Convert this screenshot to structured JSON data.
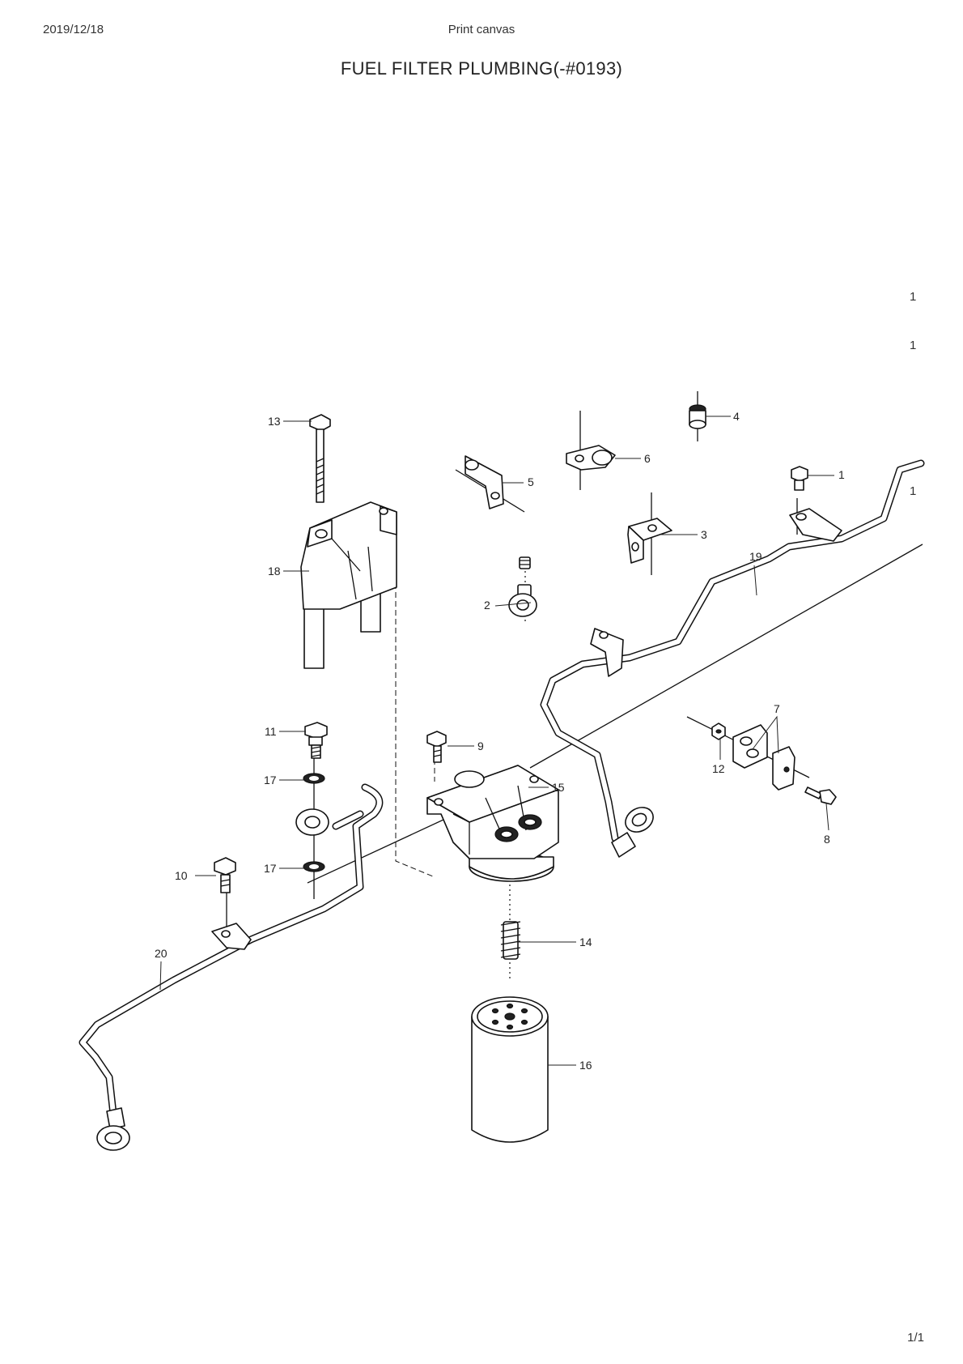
{
  "header": {
    "date": "2019/12/18",
    "center": "Print canvas"
  },
  "title": "FUEL FILTER PLUMBING(-#0193)",
  "footer": {
    "page": "1/1"
  },
  "margin_marks": [
    "1",
    "1",
    "1"
  ],
  "callouts": [
    "1",
    "2",
    "3",
    "4",
    "5",
    "6",
    "7",
    "8",
    "9",
    "10",
    "11",
    "12",
    "13",
    "14",
    "15",
    "16",
    "17",
    "17",
    "18",
    "19",
    "20"
  ]
}
